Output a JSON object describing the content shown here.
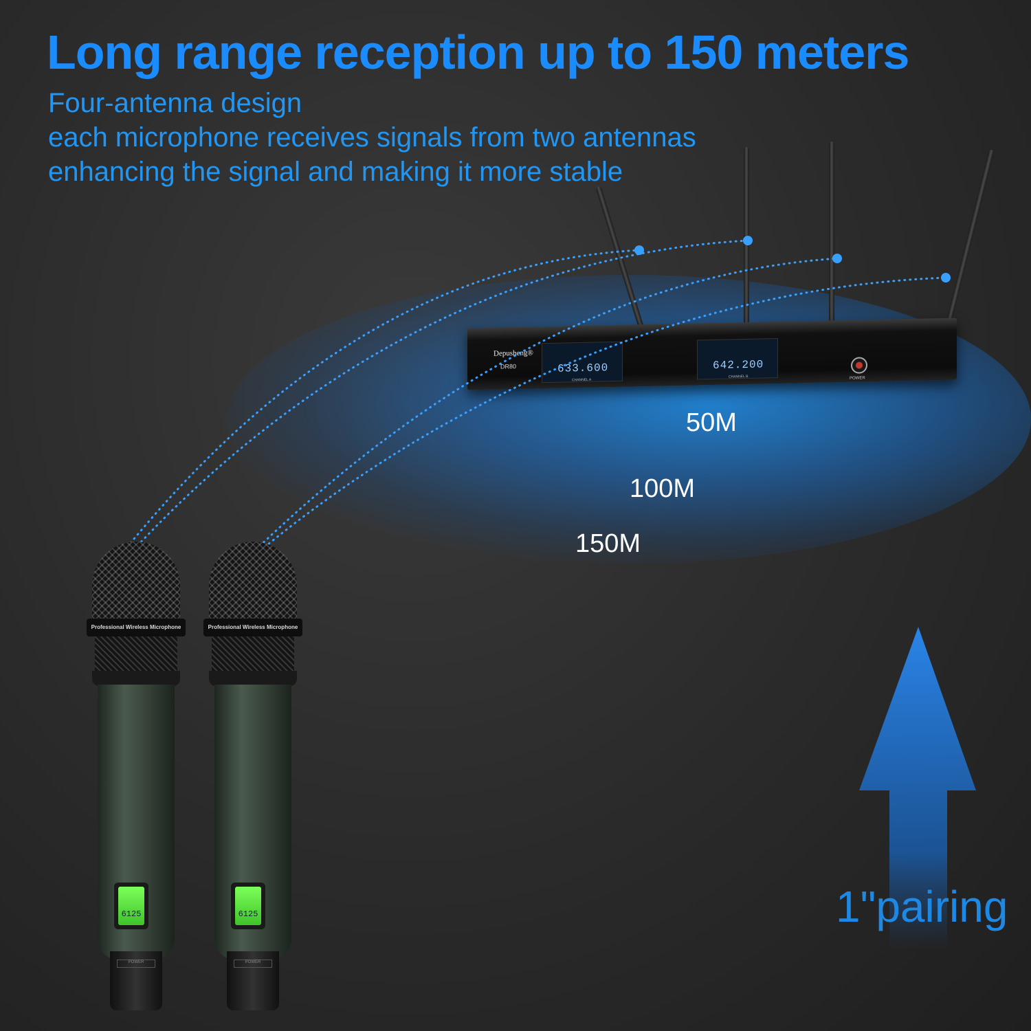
{
  "headline": "Long range reception up to 150 meters",
  "subtitle_lines": [
    "Four-antenna design",
    "each microphone receives signals from two antennas",
    "enhancing the signal and making it more stable"
  ],
  "ranges": [
    "50M",
    "100M",
    "150M"
  ],
  "receiver": {
    "brand": "Depusheng®",
    "model": "DR80",
    "channel_a_freq": "633.600",
    "channel_b_freq": "642.200",
    "channel_a_label": "CHANNEL A",
    "channel_b_label": "CHANNEL B",
    "power_label": "POWER"
  },
  "microphones": [
    {
      "label": "Professional Wireless Microphone",
      "display": "6125",
      "power": "POWER"
    },
    {
      "label": "Professional Wireless Microphone",
      "display": "6125",
      "power": "POWER"
    }
  ],
  "pairing_text": "1\"pairing",
  "colors": {
    "accent": "#1a8cff",
    "subtitle": "#2196f3",
    "glow": "#1e8ce6",
    "arrow": "#1e6fd0",
    "background": "#2a2a2a"
  }
}
